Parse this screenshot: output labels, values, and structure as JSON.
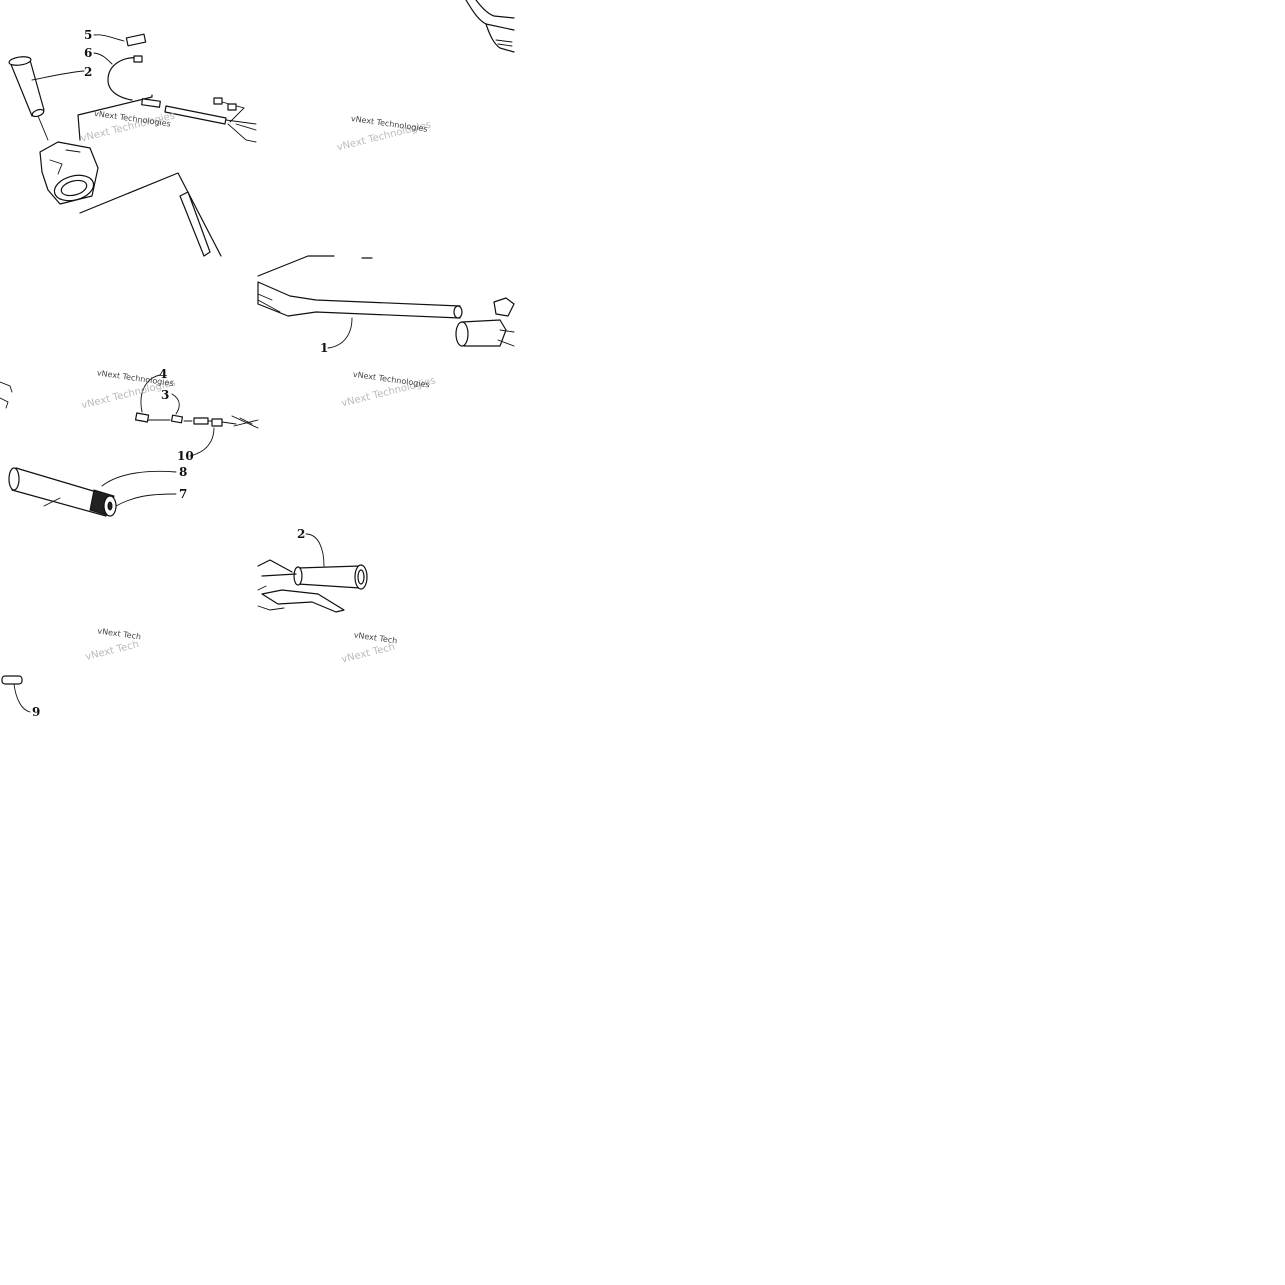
{
  "watermark": {
    "line1": "vNext Technologies",
    "line2": "vNext Technologies",
    "truncated": "vNext Tech"
  },
  "callouts": {
    "c5": "5",
    "c6": "6",
    "c2_top": "2",
    "c1": "1",
    "c4": "4",
    "c3": "3",
    "c10": "10",
    "c8": "8",
    "c7": "7",
    "c2_bottom": "2",
    "c9": "9"
  }
}
